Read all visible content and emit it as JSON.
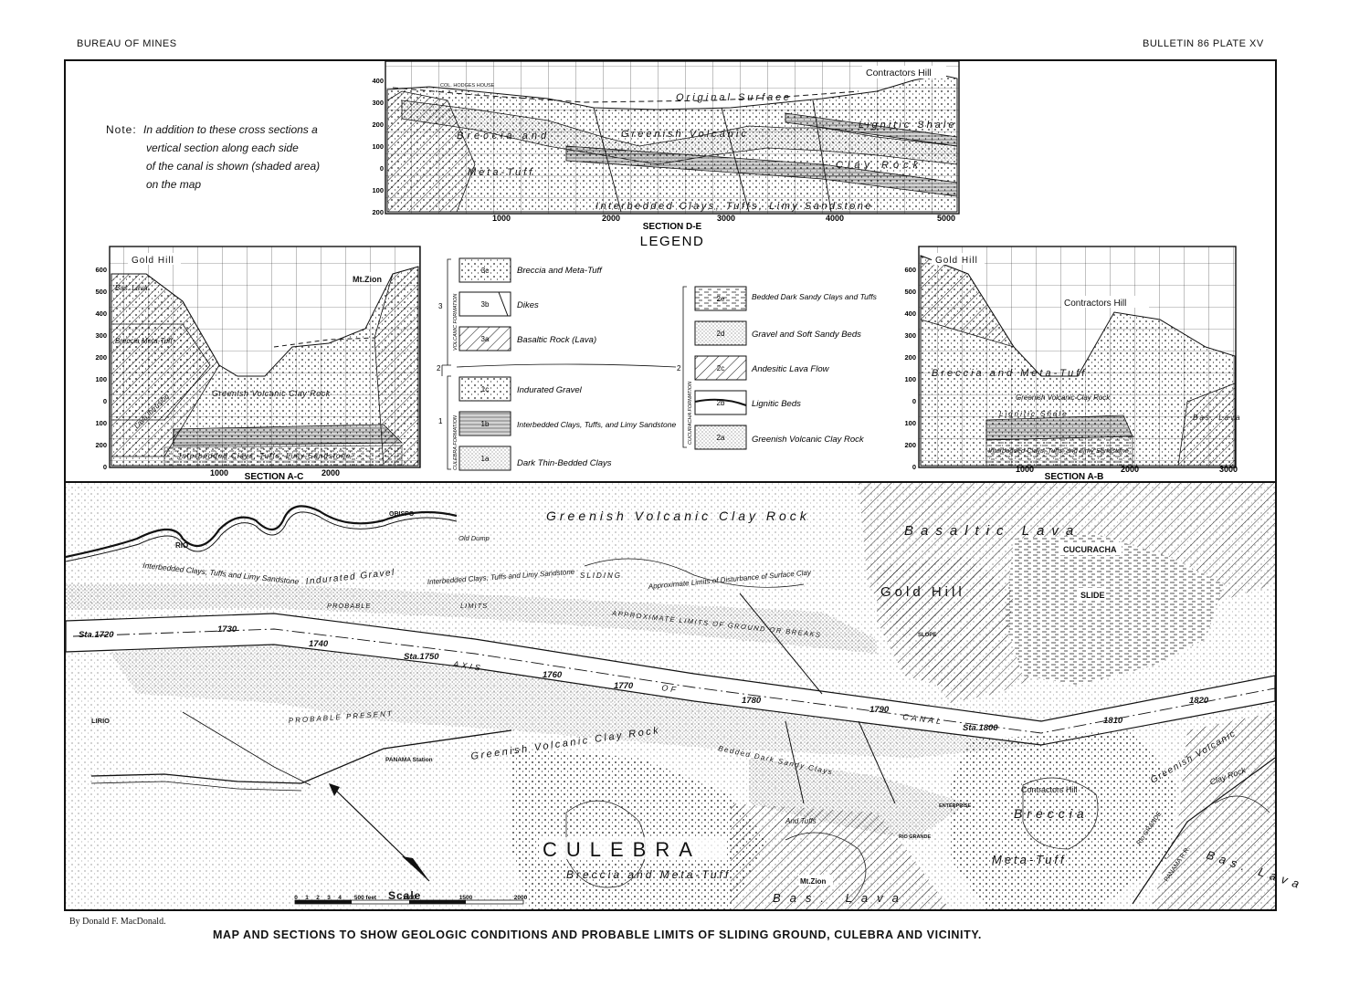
{
  "header": {
    "left": "BUREAU OF MINES",
    "right": "BULLETIN 86  PLATE XV"
  },
  "note": {
    "label": "Note:",
    "lines": [
      "In addition to these cross sections a",
      "vertical section along each side",
      "of the canal is shown (shaded area)",
      "on the map"
    ]
  },
  "section_de": {
    "title": "SECTION D-E",
    "y_ticks": [
      "400",
      "300",
      "200",
      "100",
      "0",
      "100",
      "200"
    ],
    "x_ticks": [
      "1000",
      "2000",
      "3000",
      "4000",
      "5000"
    ],
    "labels": {
      "contractors_hill": "Contractors Hill",
      "hodges_house": "COL. HODGES HOUSE",
      "original_surface": "Original Surface",
      "breccia": "Breccia and",
      "meta_tuff": "Meta-Tuff",
      "greenish": "Greenish Volcanic",
      "clay_rock": "Clay Rock",
      "lignitic_shale": "Lignitic Shale",
      "interbedded": "Interbedded Clays, Tuffs, Limy Sandstone"
    }
  },
  "legend_title": "LEGEND",
  "section_ac": {
    "title": "SECTION A-C",
    "y_ticks": [
      "600",
      "500",
      "400",
      "300",
      "200",
      "100",
      "0",
      "100",
      "200",
      "0"
    ],
    "x_ticks": [
      "1000",
      "2000"
    ],
    "labels": {
      "gold_hill": "Gold Hill",
      "mt_zion": "Mt.Zion",
      "greenish": "Greenish Volcanic Clay Rock",
      "interbedded": "Interbedded Clays, Tuffs, Limy Sandstone",
      "basalt": "Bas. Lava",
      "breccia": "Breccia Meta-Tuff",
      "lava_intrusion": "Lava Intrusion"
    }
  },
  "section_ab": {
    "title": "SECTION A-B",
    "y_ticks": [
      "600",
      "500",
      "400",
      "300",
      "200",
      "100",
      "0",
      "100",
      "200",
      "0"
    ],
    "x_ticks": [
      "1000",
      "2000",
      "3000"
    ],
    "labels": {
      "gold_hill": "Gold Hill",
      "contractors_hill": "Contractors Hill",
      "breccia": "Breccia and Meta-Tuff",
      "greenish": "Greenish Volcanic Clay Rock",
      "lignitic": "Lignitic Shale",
      "interbedded": "Interbedded Clays, Tuffs, and Limy Sandstone",
      "basalt": "Bas. Lava"
    }
  },
  "legend": {
    "group3": [
      {
        "code": "3c",
        "label": "Breccia and Meta-Tuff"
      },
      {
        "code": "3b",
        "label": "Dikes"
      },
      {
        "code": "3a",
        "label": "Basaltic Rock (Lava)"
      }
    ],
    "group1": [
      {
        "code": "1c",
        "label": "Indurated Gravel"
      },
      {
        "code": "1b",
        "label": "Interbedded Clays, Tuffs, and Limy Sandstone"
      },
      {
        "code": "1a",
        "label": "Dark Thin-Bedded Clays"
      }
    ],
    "group2": [
      {
        "code": "2e",
        "label": "Bedded Dark Sandy Clays and Tuffs"
      },
      {
        "code": "2d",
        "label": "Gravel and Soft Sandy Beds"
      },
      {
        "code": "2c",
        "label": "Andesitic Lava Flow"
      },
      {
        "code": "2b",
        "label": "Lignitic Beds"
      },
      {
        "code": "2a",
        "label": "Greenish Volcanic Clay Rock"
      }
    ],
    "formations": {
      "volcanic": "VOLCANIC FORMATION",
      "culebra": "CULEBRA FORMATION",
      "cucuracha": "CUCURACHA FORMATION",
      "n3": "3",
      "n2a": "2",
      "n2b": "2",
      "n1": "1"
    }
  },
  "map": {
    "labels": {
      "greenish_top": "Greenish Volcanic Clay Rock",
      "basaltic_lava": "Basaltic Lava",
      "cucuracha": "CUCURACHA",
      "slide": "SLIDE",
      "gold_hill": "Gold Hill",
      "rio_obispo": "RIO",
      "obispo": "OBISPO",
      "old_dump": "Old Dump",
      "interbedded_left": "Interbedded Clays, Tuffs and Limy Sandstone",
      "indurated_gravel": "Indurated Gravel",
      "interbedded_mid": "Interbedded Clays, Tuffs and Limy Sandstone",
      "sliding_limits": "Approximate Limits of Disturbance of Surface Clay",
      "sliding": "SLIDING",
      "approx_limits": "APPROXIMATE LIMITS OF GROUND OR BREAKS",
      "probable": "PROBABLE",
      "limits": "LIMITS",
      "sta1720": "Sta.1720",
      "n1730": "1730",
      "n1740": "1740",
      "sta1750": "Sta.1750",
      "axis": "AXIS",
      "n1760": "1760",
      "n1770": "1770",
      "of": "OF",
      "n1780": "1780",
      "n1790": "1790",
      "canal": "CANAL",
      "sta1800": "Sta.1800",
      "n1810": "1810",
      "n1820": "1820",
      "lirio": "LIRIO",
      "probable_present": "PROBABLE PRESENT",
      "greenish_mid": "Greenish Volcanic Clay Rock",
      "panama_station": "PANAMA Station",
      "bedded_dark": "Bedded Dark Sandy Clays",
      "and_tuffs": "And Tuffs",
      "culebra": "CULEBRA",
      "breccia_meta": "Breccia and Meta-Tuff",
      "mt_zion": "Mt.Zion",
      "bas_lava_bottom": "Bas. Lava",
      "enterprise": "ENTERPRISE",
      "rio_grande_small": "RIO GRANDE",
      "contractors_hill": "Contractors Hill",
      "breccia_right": "Breccia",
      "meta_tuff_right": "Meta-Tuff",
      "greenish_right": "Greenish Volcanic",
      "clay_right": "Clay Rock",
      "rio_grande": "Rio GRANDE",
      "panama_rr": "PANAMA R.R.",
      "bas_lava_right": "Bas. Lava",
      "slope": "SLOPE",
      "scale": "Scale",
      "scale_ticks": [
        "0",
        "1",
        "2",
        "3",
        "4",
        "500 feet",
        "1000",
        "1500",
        "2000"
      ]
    }
  },
  "byline": "By Donald F. MacDonald.",
  "caption": "MAP AND SECTIONS TO SHOW GEOLOGIC CONDITIONS AND PROBABLE LIMITS OF SLIDING GROUND, CULEBRA AND VICINITY."
}
